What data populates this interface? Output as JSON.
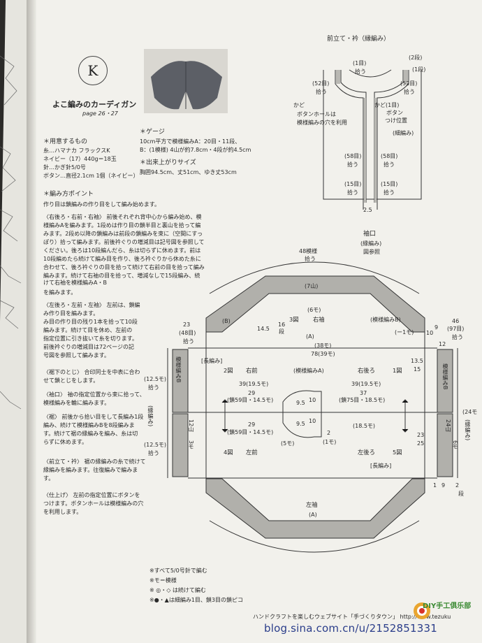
{
  "header": {
    "letter": "K",
    "title": "よこ編みのカーディガン",
    "page_ref": "page 26・27"
  },
  "materials": {
    "heading": "＊用意するもの",
    "lines": [
      "糸…ハマナカ フラックスK",
      "ネイビー（17）440g＝18玉",
      "針…かぎ針5/0号",
      "ボタン…直径2.1cm 1個（ネイビー）"
    ]
  },
  "gauge": {
    "heading": "＊ゲージ",
    "lines": [
      "10cm平方で模様編みA：20目・11段、",
      "B：(1模様) 4山が約7.8cm・4段が約4.5cm"
    ]
  },
  "size": {
    "heading": "＊出来上がりサイズ",
    "line": "胸囲94.5cm、丈51cm、ゆき丈53cm"
  },
  "points": {
    "heading": "＊編み方ポイント",
    "lines": [
      "作り目は鎖編みの作り目をして編み始めます。",
      "〈右後ろ・右前・右袖〉 前後それぞれ背中心から編み始め、模",
      "様編みAを編みます。1段めは作り目の鎖半目と裏山を拾って編",
      "みます。2段め以降の鎖編みは前段の鎖編みを束に（空間にすっ",
      "ぽり）拾って編みます。前後衿ぐりの増減目は記号図を参照して",
      "ください。後ろは10段編んだら、糸は切らずに休めます。前は",
      "10段編めたら続けて編み目を作り、後ろ衿ぐりから休めた糸に",
      "合わせて、後ろ衿ぐりの目を拾って続けて右前の目を拾って編み",
      "編みます。続けて右袖の目を拾って、増減なしで15段編み、続けて右袖を模様編みA・B",
      "を編みます。"
    ],
    "left_lines": [
      "〈左後ろ・左前・左袖〉 左前は、鎖編",
      "み作り目を編みます。",
      "み目の作り目の残り1本を拾って10段",
      "編みます。続けて目を休め、左前の",
      "指定位置に引き抜いて糸を切ります。",
      "前後衿ぐりの増減目は72ページの記",
      "号図を参照して編みます。",
      "〈裾下のとじ〉 合印同士を中表に合わ",
      "せて鎖とじをします。",
      "〈袖口〉 袖の指定位置から束に拾って、",
      "模様編みを輪に編みます。",
      "〈裾〉 前後から拾い目をして長編み1段",
      "編み、続けて模様編みBを8段編みま",
      "す。続けて裾の縁編みを編み、糸は切",
      "らずに休めます。",
      "〈前立て・衿〉 裾の縁編みの糸で続けて",
      "縁編みを編みます。往復編みで編みま",
      "す。",
      "〈仕上げ〉 左前の指定位置にボタンを",
      "つけます。ボタンホールは模様編みの穴",
      "を利用します。"
    ]
  },
  "collar_diagram": {
    "title": "前立て・衿（縁編み）",
    "labels": [
      "(1目)",
      "(2段)",
      "(1段)",
      "拾う",
      "拾う",
      "拾う",
      "(52目)",
      "(52目)",
      "かど",
      "かど(1目)",
      "ボタン",
      "ボタンホールは",
      "つけ位置",
      "模様編みの穴を利用",
      "(細編み)",
      "(58目)",
      "(58目)",
      "拾う",
      "拾う",
      "(15目)",
      "(15目)",
      "拾う",
      "拾う",
      "2.5"
    ]
  },
  "cuff_label": {
    "title": "袖口",
    "sub": "(縁編み)",
    "ref": "図参照"
  },
  "main_diagram": {
    "labels": {
      "top_left": "48模様",
      "top_left2": "拾う",
      "pattern_b1": "(B)",
      "top_mid": "(7山)",
      "fig3": "3図",
      "right_sleeve": "右袖",
      "a3": "(A)",
      "pm_b": "(模様編みB)",
      "minus1": "(ー1モ)",
      "six_mo": "(6モ)",
      "d145": "14.5",
      "d16": "16",
      "dan1": "段",
      "d38": "(38モ)",
      "d78": "78(39モ)",
      "long": "[長編み]",
      "fig2": "2図",
      "right_front": "右前",
      "pma": "(模様編みA)",
      "right_back": "右後ろ",
      "fig1": "1図",
      "d135": "13.5",
      "d15": "15",
      "v39": "39(19.5モ)",
      "v29a": "29",
      "chain59a": "(鎖59目・14.5モ)",
      "v37": "37",
      "chain75": "(鎖75目・18.5モ)",
      "v95a": "9.5",
      "v10a": "10",
      "v95b": "9.5",
      "v10b": "10",
      "v2": "2",
      "one_mo": "(1モ)",
      "v29b": "29",
      "chain59b": "(鎖59目・14.5モ)",
      "v185": "(18.5モ)",
      "five_mo": "(5モ)",
      "fig4": "4図",
      "left_front": "左前",
      "left_back": "左後ろ",
      "fig5": "5図",
      "long2": "[長編み]",
      "left_sleeve": "左袖",
      "a_left": "(A)",
      "l23": "23",
      "l48": "(48目)",
      "l_pickup": "拾う",
      "l125a": "(12.5モ)",
      "l_pickup2": "拾う",
      "l_pm_b": "模様編みB",
      "l_edge": "(縁編み)",
      "l125b": "(12.5モ)",
      "l_pickup3": "拾う",
      "l_12": "12山",
      "l_3": "3モ",
      "r46": "46",
      "r97": "(97目)",
      "r_pickup": "拾う",
      "r10": "10",
      "r9": "9",
      "r12": "12",
      "r_pm_b": "模様編みB",
      "r24": "24山",
      "r6": "6モ",
      "r23": "23",
      "r25": "25",
      "r24mo": "(24モ",
      "r_edge": "(縁編み)",
      "r1": "1",
      "r9b": "9",
      "r2": "2",
      "rdan": "段"
    }
  },
  "notes": {
    "lines": [
      "※すべて5/0号針で編む",
      "※モ＝模様",
      "※ ◎・◇ は続けて編む",
      "※●・▲は細編み1目、鎖3目の鎖ピコ"
    ]
  },
  "footer": {
    "text": "ハンドクラフトを楽しむウェブサイト「手づくりタウン」 http://www.tezuku",
    "watermark": "blog.sina.com.cn/u/2152851331",
    "badge": "DIY手工俱乐部"
  }
}
